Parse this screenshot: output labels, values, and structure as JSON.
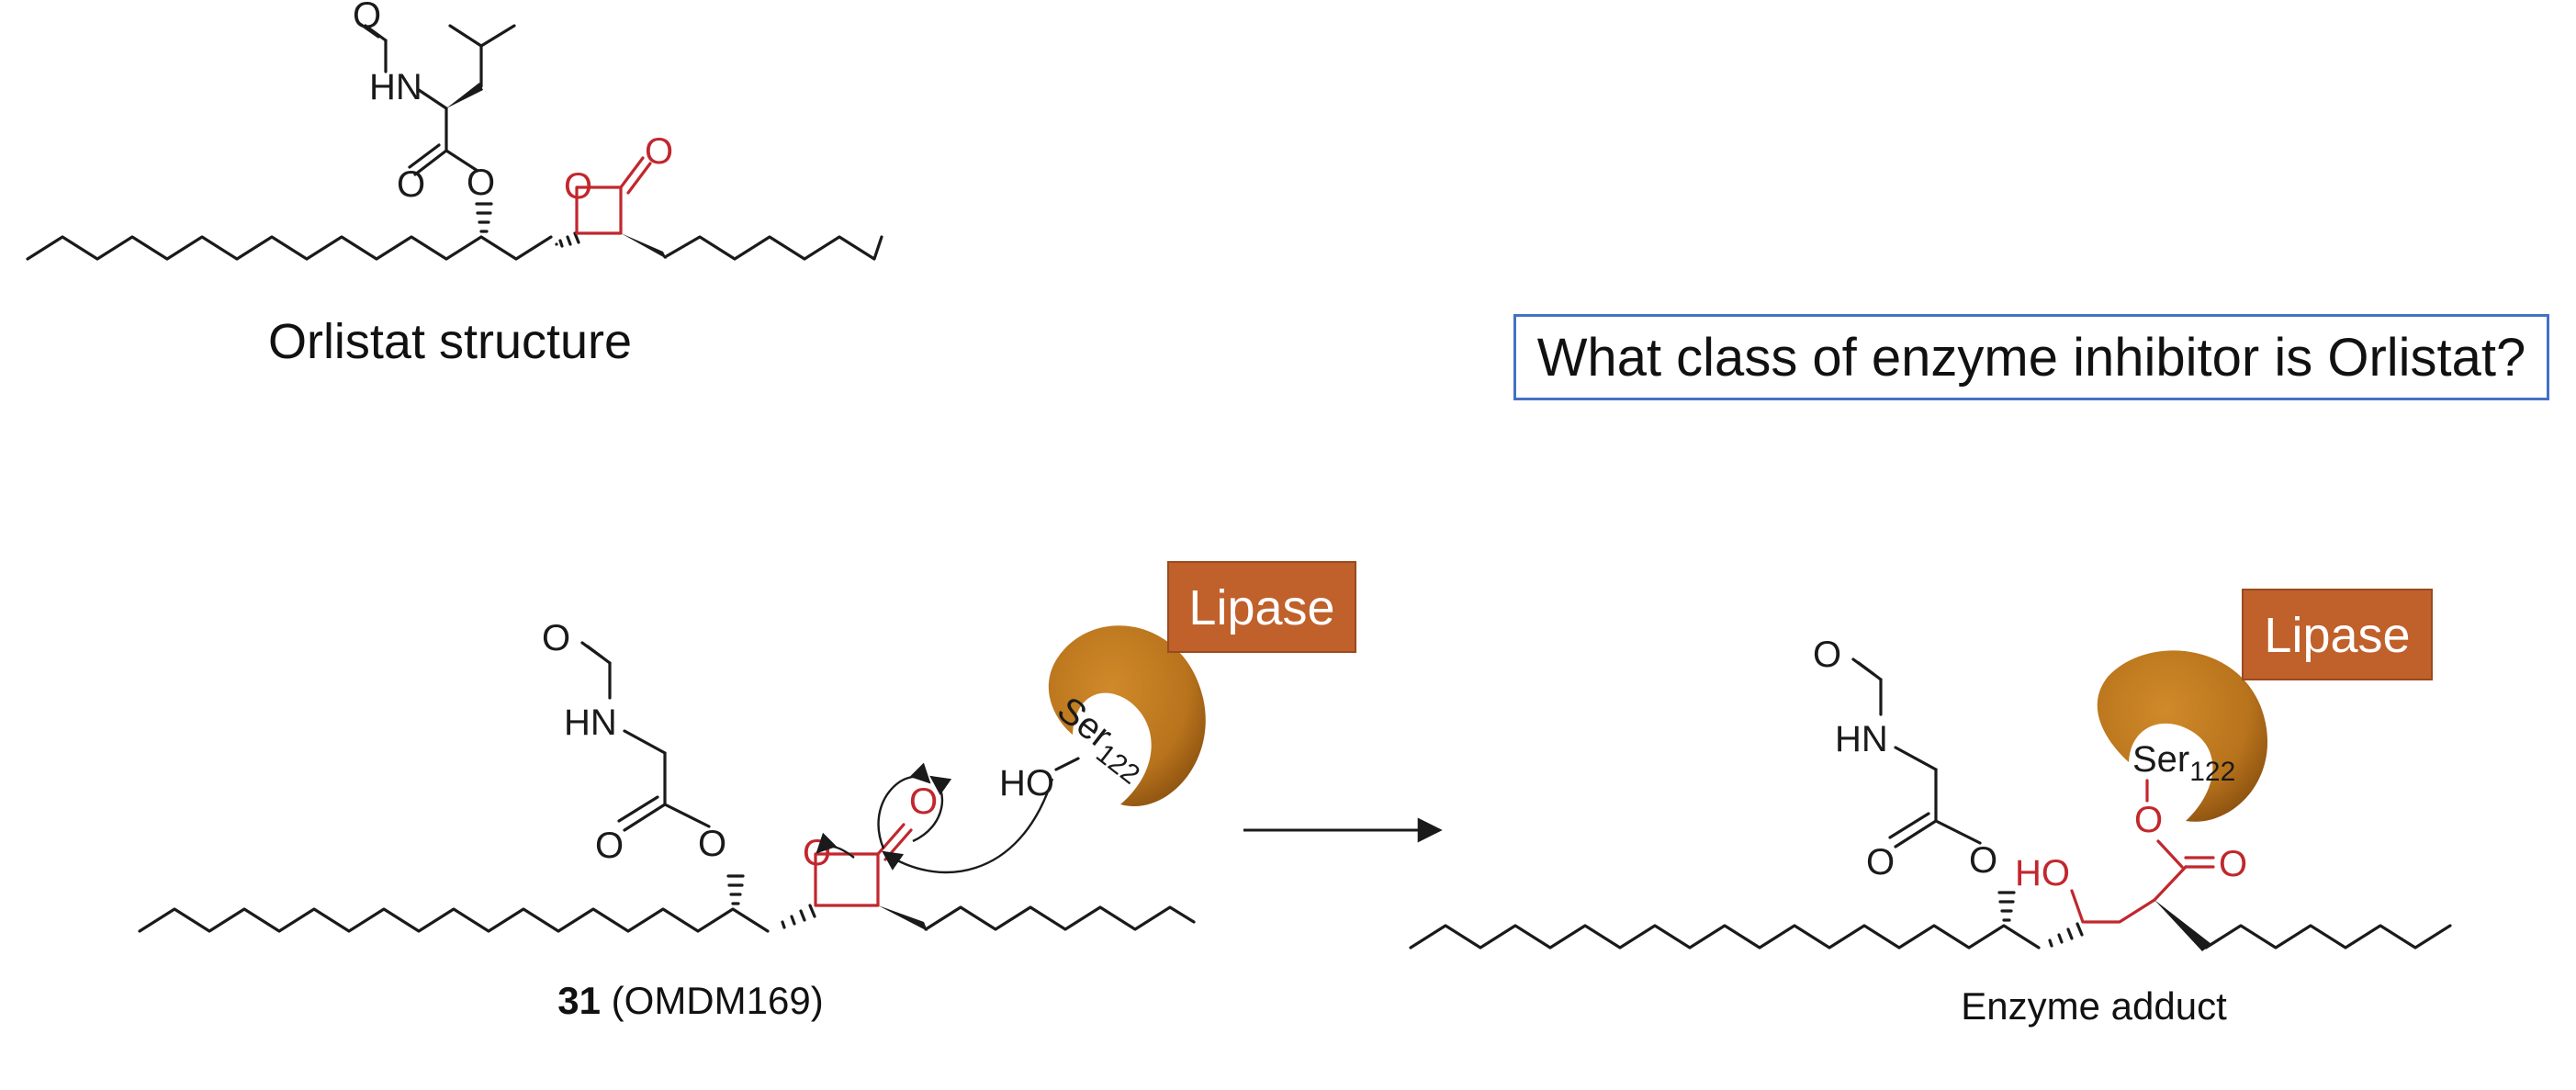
{
  "orlistat_caption": "Orlistat structure",
  "question": "What class of enzyme inhibitor is Orlistat?",
  "compound": {
    "number": "31",
    "name": " (OMDM169)"
  },
  "adduct_caption": "Enzyme adduct",
  "lipase_label": "Lipase",
  "serine": {
    "name": "Ser",
    "position": "122"
  },
  "atoms": {
    "oxygen": "O",
    "amide_nh": "HN",
    "hydroxyl_left": "HO",
    "hydroxyl_right": "HO"
  },
  "colors": {
    "lactone": "#c1272d",
    "lipase": "#b8731c",
    "lipase_box": "#c0602b",
    "box_border": "#4472c4"
  }
}
